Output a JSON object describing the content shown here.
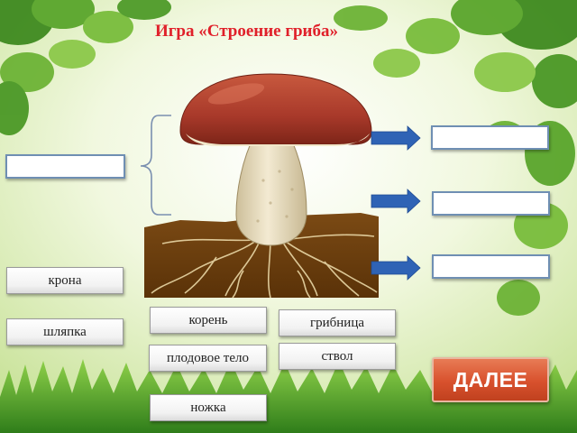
{
  "game": {
    "title": "Игра «Строение гриба»",
    "next_button": "ДАЛЕЕ"
  },
  "answer_slots": [
    "",
    "",
    "",
    ""
  ],
  "word_cards": [
    "крона",
    "шляпка",
    "корень",
    "плодовое тело",
    "ножка",
    "грибница",
    "ствол"
  ],
  "colors": {
    "title": "#e0202a",
    "arrow": "#2f63b5",
    "button": "#d8512d",
    "slot_border": "#6f8fb3"
  }
}
